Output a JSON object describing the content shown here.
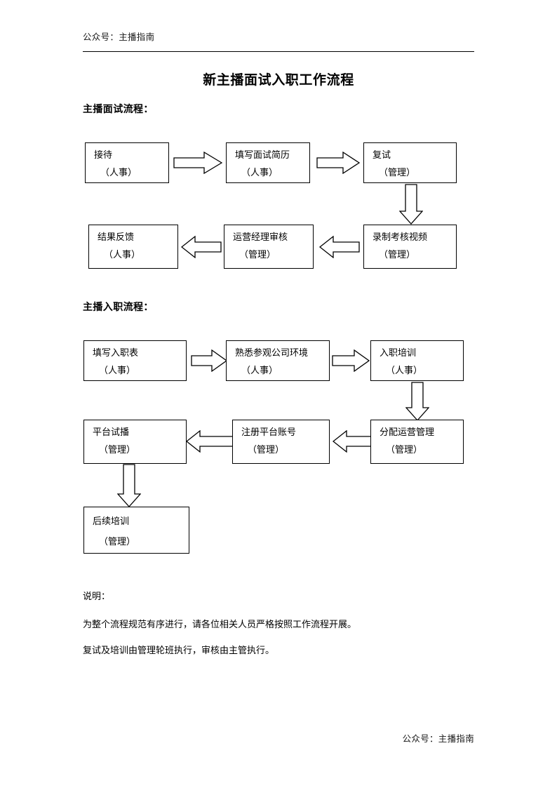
{
  "header": {
    "label": "公众号：主播指南"
  },
  "title": "新主播面试入职工作流程",
  "sections": [
    {
      "heading": "主播面试流程：",
      "boxes": [
        {
          "name": "接待",
          "owner": "（人事）"
        },
        {
          "name": "填写面试简历",
          "owner": "（人事）"
        },
        {
          "name": "复试",
          "owner": "（管理）"
        },
        {
          "name": "录制考核视频",
          "owner": "（管理）"
        },
        {
          "name": "运营经理审核",
          "owner": "（管理）"
        },
        {
          "name": "结果反馈",
          "owner": "（人事）"
        }
      ]
    },
    {
      "heading": "主播入职流程：",
      "boxes": [
        {
          "name": "填写入职表",
          "owner": "（人事）"
        },
        {
          "name": "熟悉参观公司环境",
          "owner": "（人事）"
        },
        {
          "name": "入职培训",
          "owner": "（人事）"
        },
        {
          "name": "分配运营管理",
          "owner": "（管理）"
        },
        {
          "name": "注册平台账号",
          "owner": "（管理）"
        },
        {
          "name": "平台试播",
          "owner": "（管理）"
        },
        {
          "name": "后续培训",
          "owner": "（管理）"
        }
      ]
    }
  ],
  "notes": {
    "title": "说明：",
    "line1": "为整个流程规范有序进行，请各位相关人员严格按照工作流程开展。",
    "line2": "复试及培训由管理轮班执行，审核由主管执行。"
  },
  "footer": {
    "label": "公众号：主播指南"
  },
  "colors": {
    "text": "#000000",
    "line": "#000000",
    "background": "#ffffff"
  }
}
